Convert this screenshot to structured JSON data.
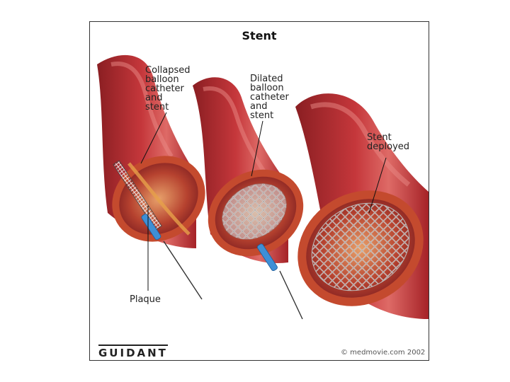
{
  "figure": {
    "title": "Stent",
    "labels": {
      "collapsed": "Collapsed\nballoon\ncatheter\nand\nstent",
      "dilated": "Dilated\nballoon\ncatheter\nand\nstent",
      "deployed": "Stent\ndeployed",
      "plaque": "Plaque"
    },
    "brand": "GUIDANT",
    "copyright": "© medmovie.com 2002"
  },
  "colors": {
    "vessel_outer": "#b3262a",
    "vessel_highlight": "#d9565a",
    "vessel_wall_cut": "#c8502e",
    "plaque": "#e6a04a",
    "lumen": "#8a1e22",
    "catheter": "#3e8fd6",
    "stent_mesh": "#d9d9d9"
  }
}
